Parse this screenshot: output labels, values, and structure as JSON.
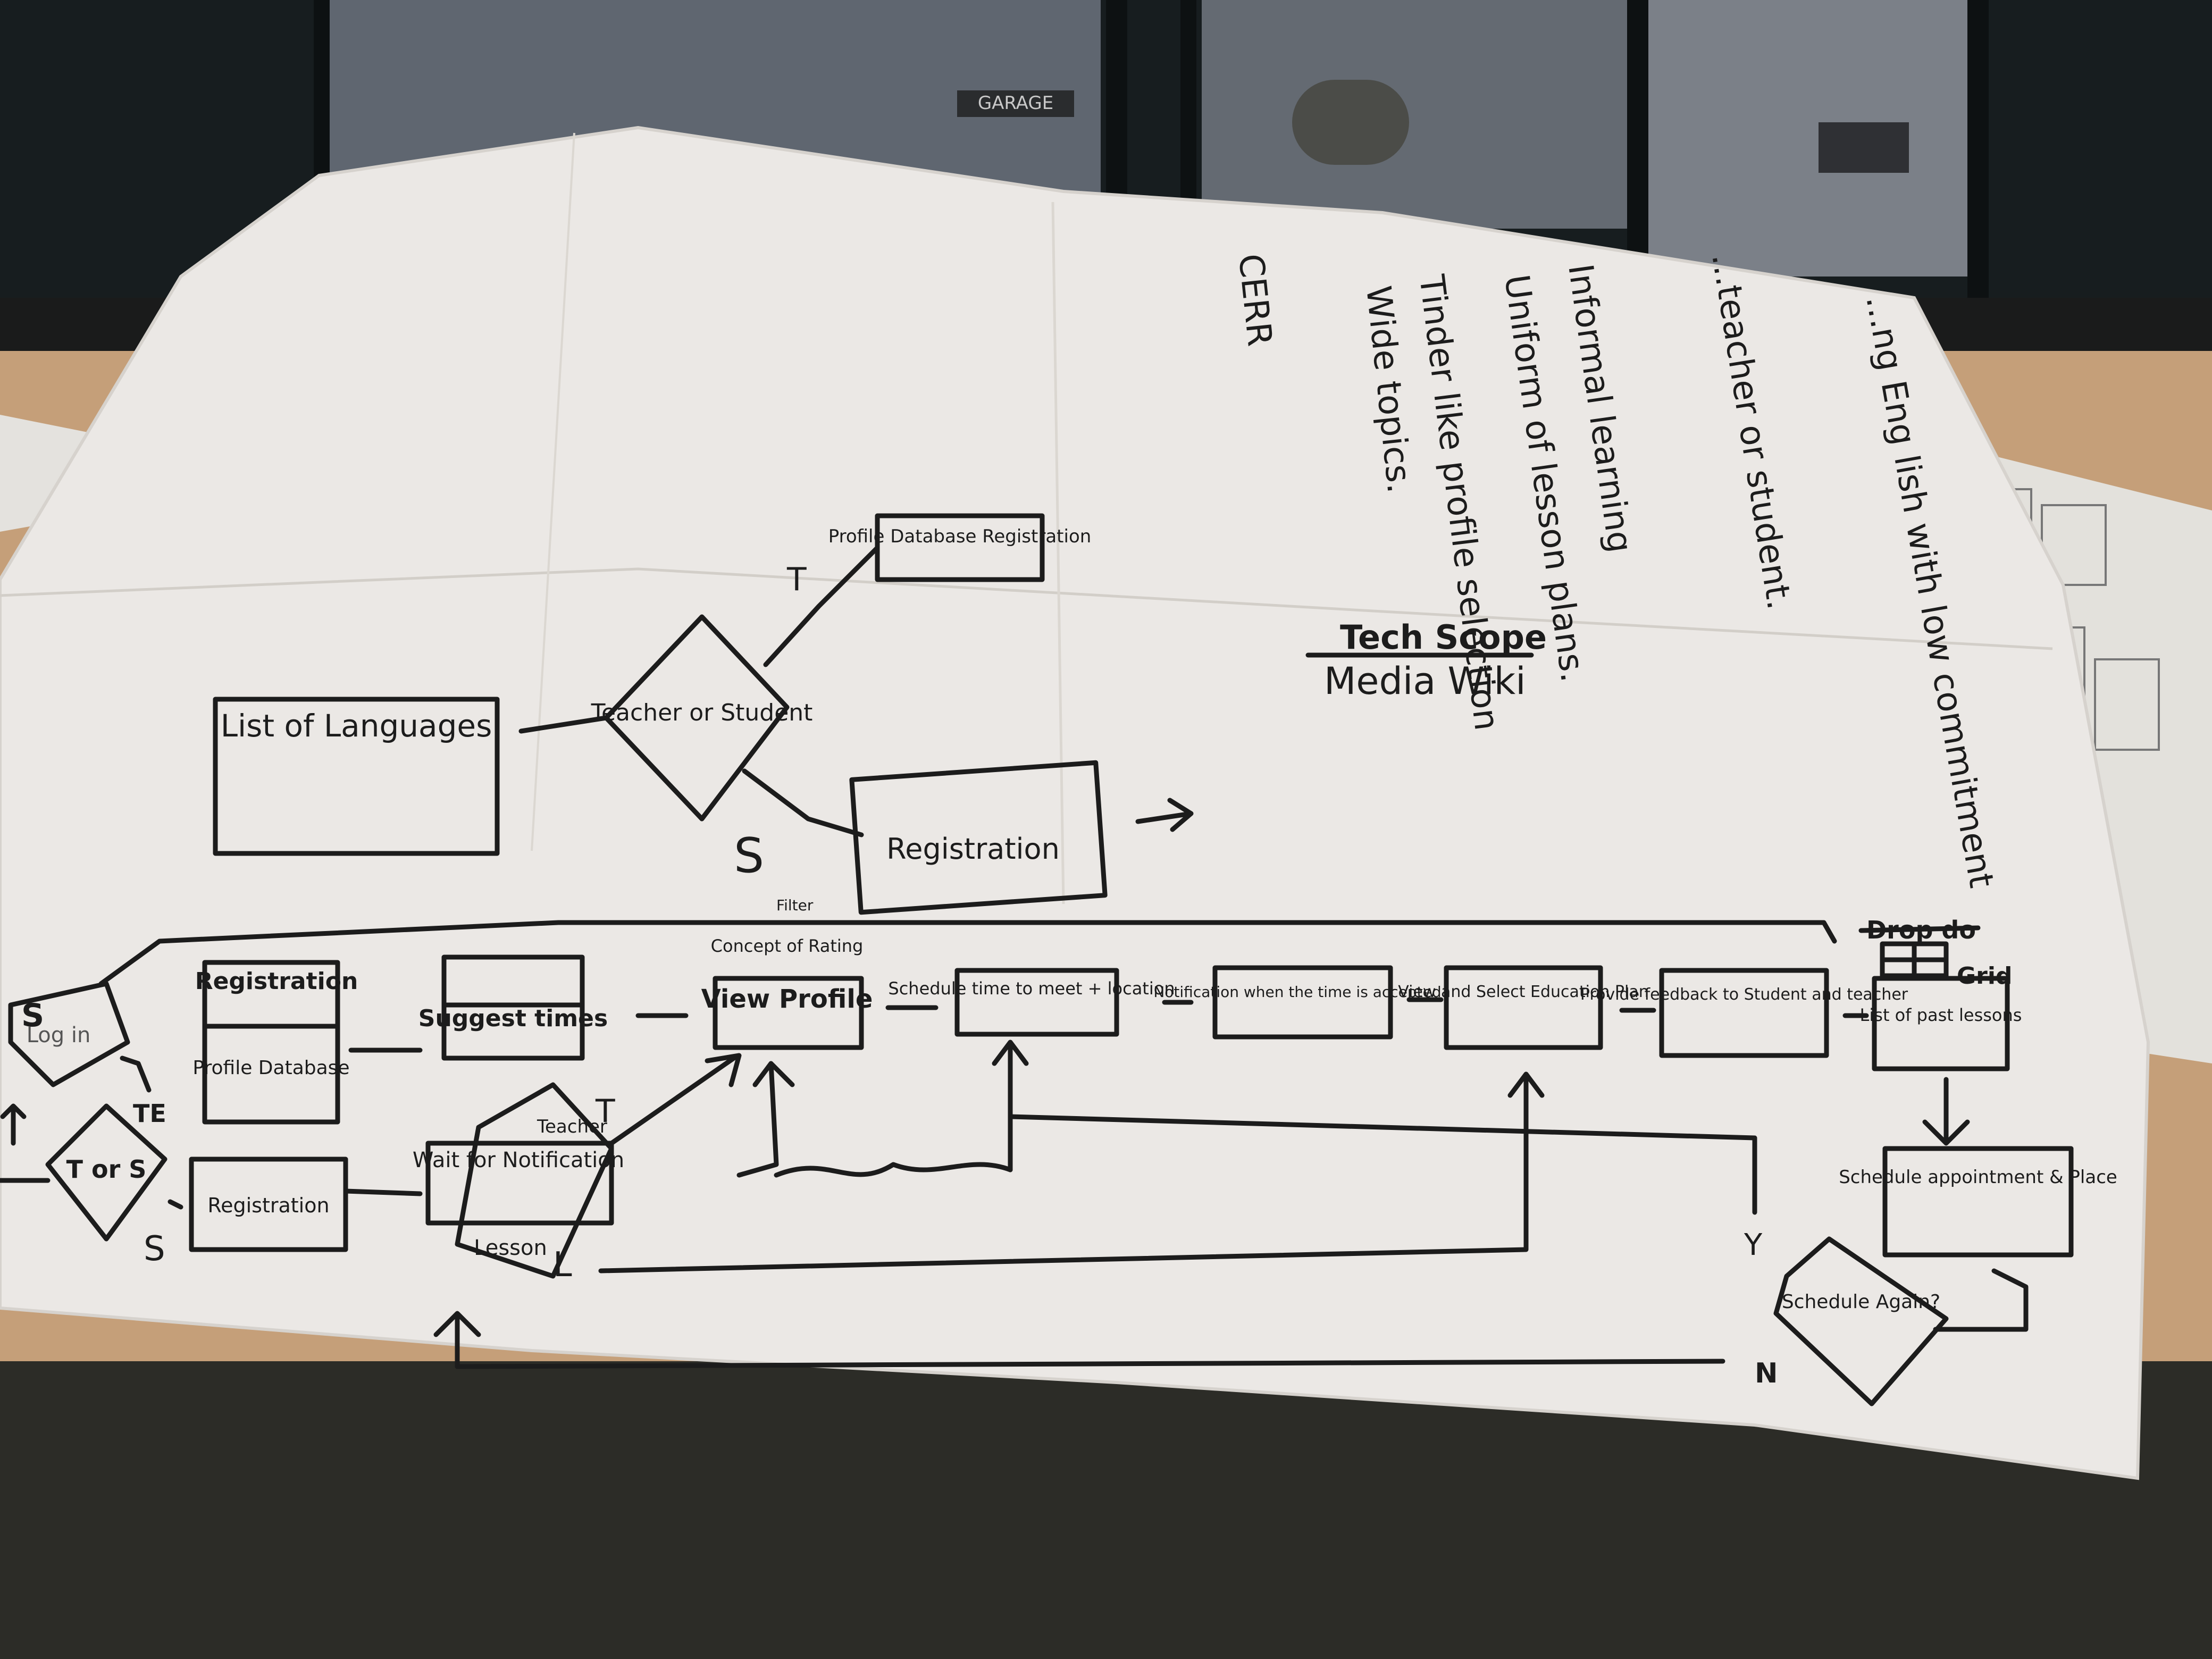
{
  "background": {
    "window_sign": "GARAGE",
    "colors": {
      "window": "#141a1c",
      "desk": "#c9a47e",
      "carpet": "#2b2b27",
      "paper": "#ece9e6",
      "ink": "#1c1c1c"
    }
  },
  "notes": {
    "line1": "...ng Eng lish with low commitment",
    "line2": "...teacher or student.",
    "line3": "Informal learning",
    "line4": "Uniform of lesson plans.",
    "line5": "Tinder like profile selection",
    "line6": "Wide topics.",
    "line7": "CERR"
  },
  "tech_scope": {
    "title": "Tech Scope",
    "value": "Media Wiki"
  },
  "top_flow": {
    "list_of_languages": "List of Languages",
    "decision": "Teacher or Student",
    "branch_t": "T",
    "branch_s": "S",
    "profile_db_reg": "Profile Database Registration",
    "registration": "Registration"
  },
  "main_flow": {
    "log_in": "Log in",
    "s_mark": "S",
    "t_or_s": "T or S",
    "te": "TE",
    "registration_top": "Registration",
    "profile_database": "Profile Database",
    "registration_bottom": "Registration",
    "s_label": "S",
    "suggest_times": "Suggest times",
    "wait_for_notification": "Wait for Notification",
    "teacher": "Teacher",
    "lesson": "Lesson",
    "t_label": "T",
    "l_label": "L",
    "filter": "Filter",
    "concept_of_rating": "Concept of Rating",
    "view_profile": "View Profile",
    "schedule_time": "Schedule time to meet + location",
    "notification": "Notification when the time is accepted",
    "view_select": "View and Select Education Plan",
    "provide_feedback": "Provide feedback to Student and teacher",
    "list_past_lessons": "List of past lessons",
    "drop_down": "Drop do",
    "grid": "Grid",
    "schedule_appointment": "Schedule appointment & Place",
    "schedule_again": "Schedule Again?",
    "yes": "Y",
    "no": "N"
  }
}
